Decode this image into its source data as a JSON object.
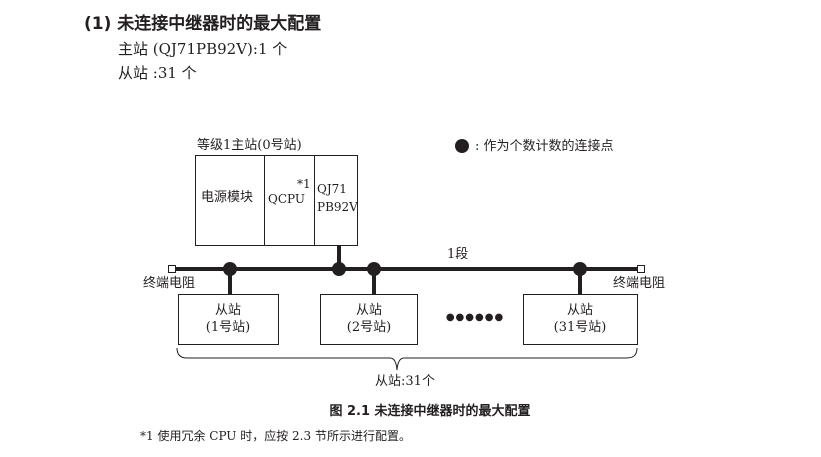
{
  "section": {
    "heading": "(1) 未连接中继器时的最大配置",
    "line1": "主站 (QJ71PB92V):1 个",
    "line2": "从站 :31 个"
  },
  "diagram": {
    "master_label": "等级1主站(0号站)",
    "legend": ": 作为个数计数的连接点",
    "modules": {
      "power": "电源模块",
      "cpu": "QCPU",
      "cpu_note": "*1",
      "pb1": "QJ71",
      "pb2": "PB92V"
    },
    "segment": "1段",
    "terminator_left": "终端电阻",
    "terminator_right": "终端电阻",
    "slaves": [
      {
        "l1": "从站",
        "l2": "(1号站)"
      },
      {
        "l1": "从站",
        "l2": "(2号站)"
      },
      {
        "l1": "从站",
        "l2": "(31号站)"
      }
    ],
    "ellipsis": "●●●●●●",
    "brace_label": "从站:31个"
  },
  "caption": "图 2.1 未连接中继器时的最大配置",
  "footnote": "*1  使用冗余 CPU 时，应按 2.3 节所示进行配置。"
}
